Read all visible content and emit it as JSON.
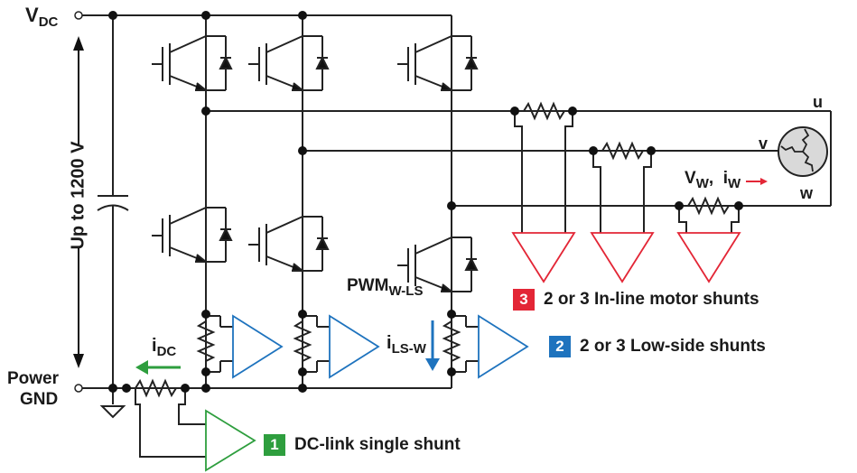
{
  "labels": {
    "vdc_main": "V",
    "vdc_sub": "DC",
    "up_to": "Up to 1200 V",
    "power": "Power",
    "gnd": "GND",
    "idc_main": "i",
    "idc_sub": "DC",
    "ilsw_main": "i",
    "ilsw_sub": "LS-W",
    "pwm_main": "PWM",
    "pwm_sub": "W-LS",
    "vw_main": "V",
    "vw_sub": "W",
    "vw_sep": ",",
    "iw_main": "i",
    "iw_sub": "W",
    "phase_u": "u",
    "phase_v": "v",
    "phase_w": "w"
  },
  "legend": [
    {
      "num": "3",
      "text": "2 or 3 In-line motor shunts",
      "color": "#e32636"
    },
    {
      "num": "2",
      "text": "2 or 3 Low-side shunts",
      "color": "#1e73be"
    },
    {
      "num": "1",
      "text": "DC-link single shunt",
      "color": "#2e9e3e"
    }
  ],
  "colors": {
    "wire": "#222222",
    "amp_blue": "#1e73be",
    "amp_red": "#e32636",
    "amp_green": "#2e9e3e",
    "motor_fill": "#d9d9d9"
  }
}
